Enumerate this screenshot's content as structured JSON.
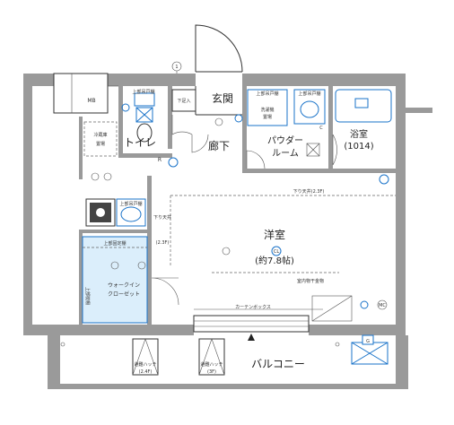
{
  "rooms": {
    "entrance": "玄関",
    "toilet": "トイレ",
    "hallway": "廊下",
    "powder_room_line1": "パウダー",
    "powder_room_line2": "ルーム",
    "bathroom": "浴室",
    "bathroom_size": "(1014)",
    "western_room": "洋室",
    "western_room_size": "(約7.8帖)",
    "balcony": "バルコニー",
    "walk_in_line1": "ウォークイン",
    "walk_in_line2": "クローゼット",
    "mb": "MB",
    "fridge_line1": "冷蔵庫",
    "fridge_line2": "置場",
    "washer_line1": "洗濯機",
    "washer_line2": "置場"
  },
  "annotations": {
    "shoe_storage": "下足入",
    "lowered_ceiling_main": "下り天井(2.3F)",
    "lowered_ceiling_side_1": "下り天井",
    "lowered_ceiling_side_2": "(2.3F)",
    "curtain_box": "カーテンボックス",
    "indoor_drying": "室内物干金物",
    "upper_shelf": "上部固定棚",
    "upper_shelf_2": "上部吊戸棚",
    "upper_shelf_3": "上部吊戸棚",
    "upper_shelf_4": "上部吊戸棚",
    "shelf_pipe": "上部枕棚",
    "hatch_1_line1": "避難ハッチ",
    "hatch_1_line2": "(2.4F)",
    "hatch_2_line1": "避難ハッチ",
    "hatch_2_line2": "(3F)",
    "mark_r": "R",
    "mark_c": "C",
    "mark_mc": "MC",
    "mark_g": "G",
    "mark_cl": "CL"
  },
  "colors": {
    "wall": "#9a9a9a",
    "accent_blue": "#1a73c9",
    "closet_fill": "#dbeefb"
  }
}
